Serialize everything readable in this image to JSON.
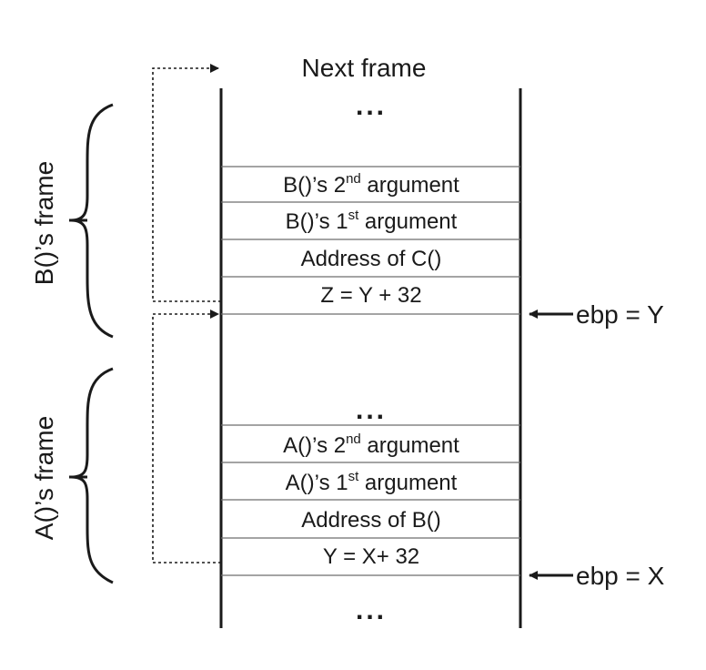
{
  "title": "Next frame",
  "ellipsis": "...",
  "frames": {
    "b": {
      "label": "B()’s frame",
      "rows": [
        {
          "prefix": "B()’s 2",
          "sup": "nd",
          "suffix": " argument"
        },
        {
          "prefix": "B()’s 1",
          "sup": "st",
          "suffix": " argument"
        },
        {
          "prefix": "Address of C()",
          "sup": "",
          "suffix": ""
        },
        {
          "prefix": "Z = Y + 32",
          "sup": "",
          "suffix": ""
        }
      ],
      "ebp": "ebp = Y"
    },
    "a": {
      "label": "A()’s frame",
      "rows": [
        {
          "prefix": "A()’s 2",
          "sup": "nd",
          "suffix": " argument"
        },
        {
          "prefix": "A()’s 1",
          "sup": "st",
          "suffix": " argument"
        },
        {
          "prefix": "Address of B()",
          "sup": "",
          "suffix": ""
        },
        {
          "prefix": "Y = X+ 32",
          "sup": "",
          "suffix": ""
        }
      ],
      "ebp": "ebp = X"
    }
  },
  "colors": {
    "line": "#1a1a1a",
    "cell_border": "#6e6e6e",
    "text": "#1a1a1a"
  }
}
